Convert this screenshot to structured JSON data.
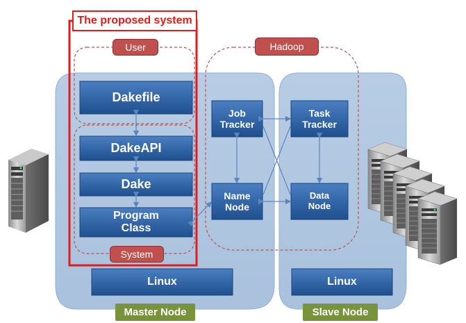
{
  "title": "The proposed system",
  "groups": {
    "user": "User",
    "system": "System",
    "hadoop": "Hadoop"
  },
  "components": {
    "dakefile": "Dakefile",
    "dakeapi": "DakeAPI",
    "dake": "Dake",
    "program_class": "Program Class",
    "job_tracker": "Job Tracker",
    "name_node": "Name Node",
    "task_tracker": "Task Tracker",
    "data_node": "Data Node",
    "linux_master": "Linux",
    "linux_slave": "Linux"
  },
  "nodes": {
    "master": "Master Node",
    "slave": "Slave Node"
  },
  "colors": {
    "node_panel": "#b9cfe6",
    "component": "#2e5f9e",
    "highlight": "#e31b1b",
    "dashed": "#c0504d",
    "node_label": "#77933c"
  },
  "icons": [
    "server-icon",
    "server-cluster-icon"
  ]
}
